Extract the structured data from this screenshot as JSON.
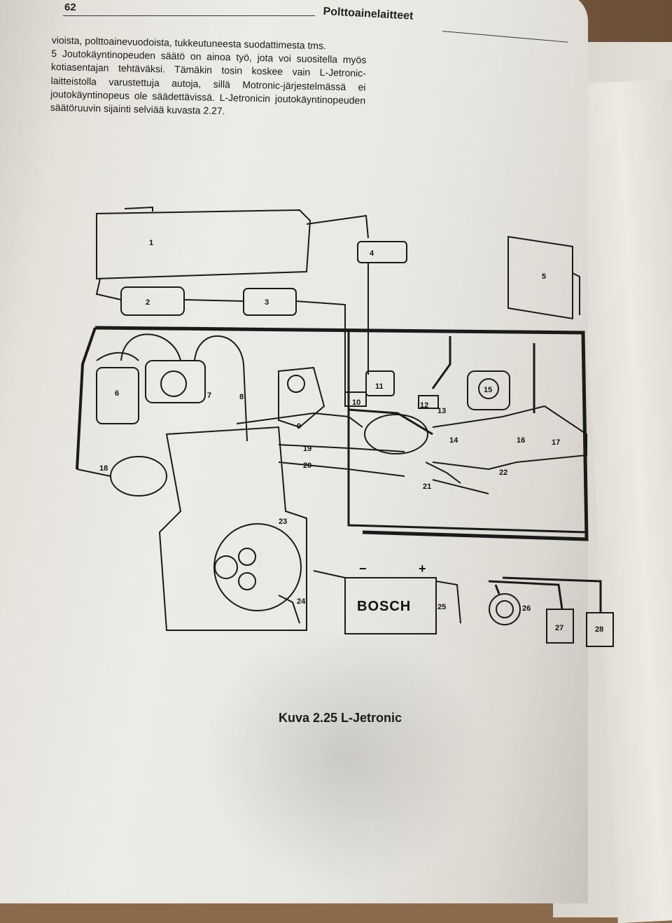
{
  "page": {
    "number": "62",
    "section_title": "Polttoainelaitteet"
  },
  "text": {
    "paragraph_1": "vioista, polttoainevuodoista, tukkeutuneesta suodattimesta tms.",
    "paragraph_2": "5  Joutokäyntinopeuden säätö on ainoa työ, jota voi suositella myös kotiasentajan tehtäväksi. Tämäkin tosin koskee vain L-Jetronic-laitteistolla varustettuja autoja, sillä Motronic-järjestelmässä ei joutokäyntinopeus ole säädettävissä. L-Jetronicin joutokäyntinopeuden säätöruuvin sijainti selviää kuvasta 2.27."
  },
  "figure": {
    "caption": "Kuva 2.25  L-Jetronic",
    "battery_brand": "BOSCH",
    "battery_minus": "−",
    "battery_plus": "+",
    "component_numbers": [
      "1",
      "2",
      "3",
      "4",
      "5",
      "6",
      "7",
      "8",
      "9",
      "10",
      "11",
      "12",
      "13",
      "14",
      "15",
      "16",
      "17",
      "18",
      "19",
      "20",
      "21",
      "22",
      "23",
      "24",
      "25",
      "26",
      "27",
      "28"
    ]
  }
}
